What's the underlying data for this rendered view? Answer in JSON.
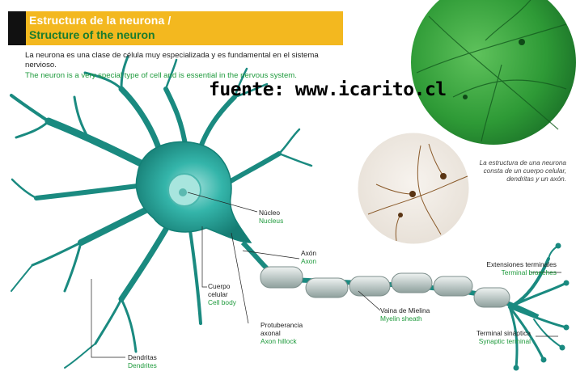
{
  "header": {
    "title_es": "Estructura de la neurona /",
    "title_en": "Structure of the neuron"
  },
  "intro": {
    "es": "La neurona es una clase de célula muy especializada y es fundamental en el sistema nervioso.",
    "en": "The neuron is a very special type of cell and is essential in the nervous system."
  },
  "source": "fuente: www.icarito.cl",
  "caption": "La estructura de una neurona consta de un cuerpo celular, dendritas y un axón.",
  "labels": {
    "nucleus": {
      "es": "Núcleo",
      "en": "Nucleus"
    },
    "axon": {
      "es": "Axón",
      "en": "Axon"
    },
    "cell_body": {
      "es": "Cuerpo celular",
      "en": "Cell body"
    },
    "hillock": {
      "es": "Protuberancia axonal",
      "en": "Axon hillock"
    },
    "dendrites": {
      "es": "Dendritas",
      "en": "Dendrites"
    },
    "myelin": {
      "es": "Vaina de Mielina",
      "en": "Myelin sheath"
    },
    "terminal_br": {
      "es": "Extensiones terminales",
      "en": "Terminal branches"
    },
    "synaptic": {
      "es": "Terminal sináptica",
      "en": "Synaptic terminal"
    }
  },
  "colors": {
    "accent": "#f3b81f",
    "english_text": "#1e9a3c",
    "neuron": "#1a8a80",
    "neuron_light": "#2fb7aa",
    "microscope_green": "#2f9a3a"
  }
}
